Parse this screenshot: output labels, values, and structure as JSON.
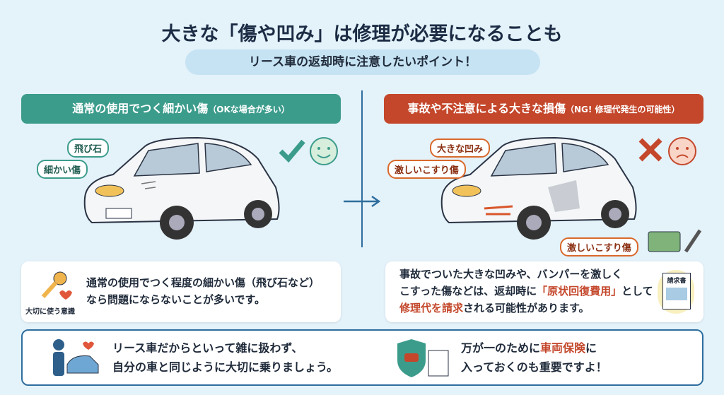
{
  "title": "大きな「傷や凹み」は修理が必要になることも",
  "subtitle": "リース車の返却時に注意したいポイント！",
  "left": {
    "header": "通常の使用でつく細かい傷",
    "header_note": "（OKな場合が多い）",
    "tags": [
      "飛び石",
      "細かい傷"
    ],
    "note_icon_label": "大切に使う意識",
    "note_lines": [
      "通常の使用でつく程度の細かい傷（飛び石など）",
      "なら問題にならないことが多いです。"
    ]
  },
  "right": {
    "header": "事故や不注意による大きな損傷",
    "header_note": "（NG! 修理代発生の可能性）",
    "tags": [
      "大きな凹み",
      "激しいこすり傷",
      "激しいこすり傷"
    ],
    "note_line1": "事故でついた大きな凹みや、バンパーを激しく",
    "note_line2_a": "こすった傷などは、返却時に",
    "note_line2_highlight": "「原状回復費用」",
    "note_line2_b": "として",
    "note_line3_highlight": "修理代を請求",
    "note_line3_b": "される可能性があります。",
    "invoice_label": "請求書"
  },
  "bottom": {
    "left_lines": [
      "リース車だからといって雑に扱わず、",
      "自分の車と同じように大切に乗りましょう。"
    ],
    "right_line1_a": "万が一のために",
    "right_line1_highlight": "車両保険",
    "right_line1_b": "に",
    "right_line2": "入っておくのも重要ですよ！"
  },
  "colors": {
    "ok": "#3c9c8c",
    "ng": "#c4472b",
    "accent": "#2e6e9e"
  }
}
